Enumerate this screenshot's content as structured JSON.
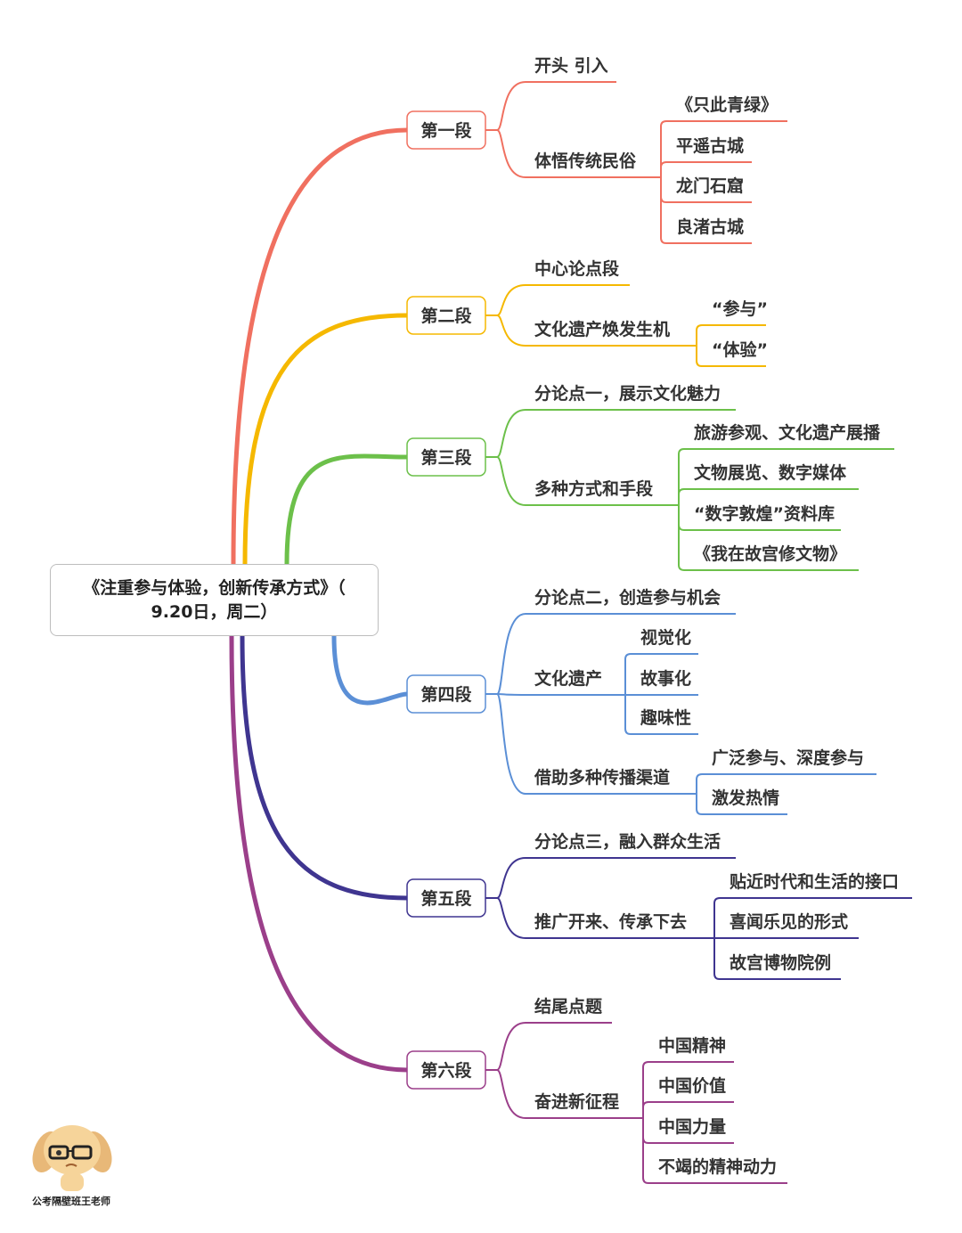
{
  "root": {
    "line1": "《注重参与体验，创新传承方式》（",
    "line2": "9.20日，周二）"
  },
  "watermark": {
    "caption": "公考隔壁班王老师"
  },
  "sections": [
    {
      "label": "第一段",
      "color": "#f07060",
      "children": [
        {
          "label": "开头 引入",
          "children": []
        },
        {
          "label": "体悟传统民俗",
          "children": [
            "《只此青绿》",
            "平遥古城",
            "龙门石窟",
            "良渚古城"
          ]
        }
      ]
    },
    {
      "label": "第二段",
      "color": "#f5b800",
      "children": [
        {
          "label": "中心论点段",
          "children": []
        },
        {
          "label": "文化遗产焕发生机",
          "children": [
            "“参与”",
            "“体验”"
          ]
        }
      ]
    },
    {
      "label": "第三段",
      "color": "#6cc04a",
      "children": [
        {
          "label": "分论点一，展示文化魅力",
          "children": []
        },
        {
          "label": "多种方式和手段",
          "children": [
            "旅游参观、文化遗产展播",
            "文物展览、数字媒体",
            "“数字敦煌”资料库",
            "《我在故宫修文物》"
          ]
        }
      ]
    },
    {
      "label": "第四段",
      "color": "#5b8fd6",
      "children": [
        {
          "label": "分论点二，创造参与机会",
          "children": []
        },
        {
          "label": "文化遗产",
          "children": [
            "视觉化",
            "故事化",
            "趣味性"
          ]
        },
        {
          "label": "借助多种传播渠道",
          "children": [
            "广泛参与、深度参与",
            "激发热情"
          ]
        }
      ]
    },
    {
      "label": "第五段",
      "color": "#3f3590",
      "children": [
        {
          "label": "分论点三，融入群众生活",
          "children": []
        },
        {
          "label": "推广开来、传承下去",
          "children": [
            "贴近时代和生活的接口",
            "喜闻乐见的形式",
            "故宫博物院例"
          ]
        }
      ]
    },
    {
      "label": "第六段",
      "color": "#9b3f8a",
      "children": [
        {
          "label": "结尾点题",
          "children": []
        },
        {
          "label": "奋进新征程",
          "children": [
            "中国精神",
            "中国价值",
            "中国力量",
            "不竭的精神动力"
          ]
        }
      ]
    }
  ]
}
